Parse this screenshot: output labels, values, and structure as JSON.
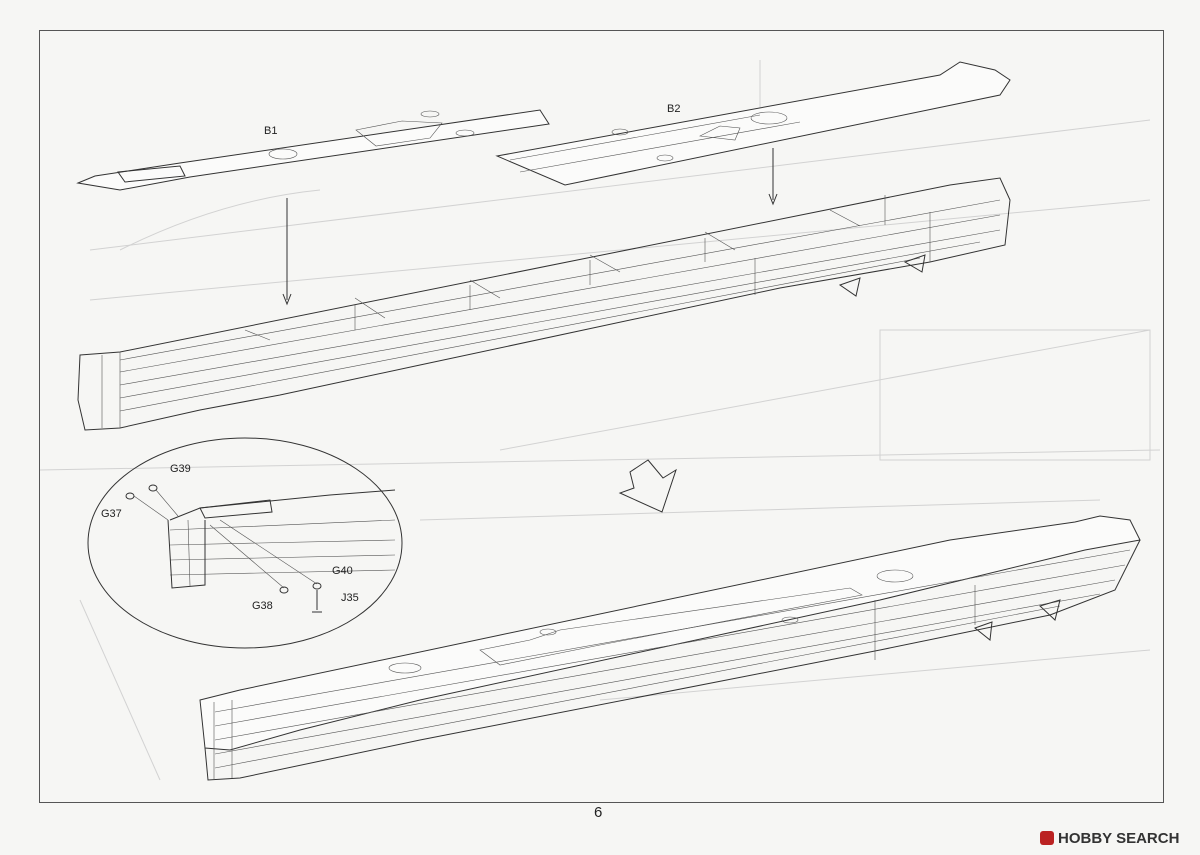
{
  "parts": {
    "b1": "B1",
    "b2": "B2",
    "g39": "G39",
    "g37": "G37",
    "g40": "G40",
    "g38": "G38",
    "j35": "J35"
  },
  "page": {
    "number": "6"
  },
  "watermark": {
    "text": "HOBBY SEARCH"
  }
}
